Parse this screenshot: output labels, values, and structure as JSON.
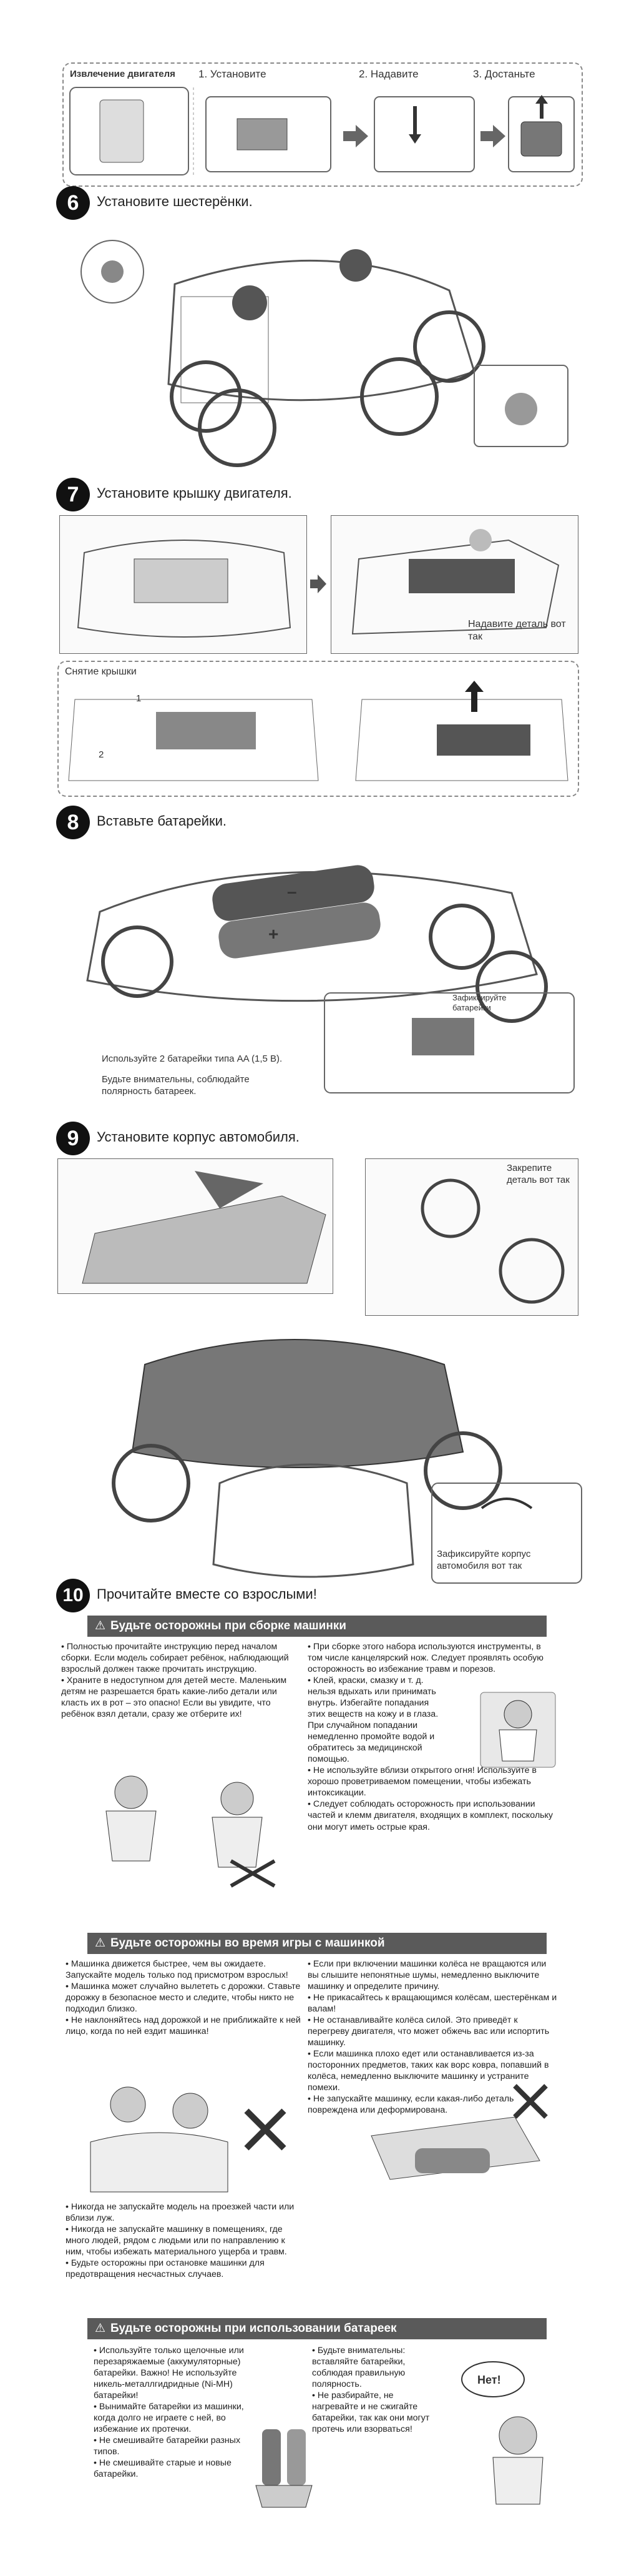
{
  "motor_removal": {
    "title": "Извлечение двигателя",
    "step1": "1. Установите",
    "step2": "2. Надавите",
    "step3": "3. Достаньте"
  },
  "steps": {
    "s6": {
      "num": "6",
      "title": "Установите шестерёнки."
    },
    "s7": {
      "num": "7",
      "title": "Установите крышку двигателя.",
      "press_here": "Надавите деталь вот так",
      "cover_removal": "Снятие крышки",
      "mark1": "1",
      "mark2": "2"
    },
    "s8": {
      "num": "8",
      "title": "Вставьте батарейки.",
      "fix_batteries": "Зафиксируйте батарейки",
      "aa_note": "Используйте 2 батарейки типа AA (1,5 В).",
      "polarity": "Будьте внимательны, соблюдайте полярность батареек.",
      "plus": "+",
      "minus": "–"
    },
    "s9": {
      "num": "9",
      "title": "Установите корпус автомобиля.",
      "fix_part": "Закрепите деталь вот так",
      "fix_body": "Зафиксируйте корпус автомобиля вот так"
    },
    "s10": {
      "num": "10",
      "title": "Прочитайте вместе со взрослыми!"
    }
  },
  "warnings": {
    "assembly": {
      "header": "Будьте осторожны при сборке машинки",
      "left": [
        "• Полностью прочитайте инструкцию перед началом сборки. Если модель собирает ребёнок, наблюдающий взрослый должен также прочитать инструкцию.",
        "• Храните в недоступном для детей месте. Маленьким детям не разрешается брать какие-либо детали или класть их в рот – это опасно! Если вы увидите, что ребёнок взял детали, сразу же отберите их!"
      ],
      "right": [
        "• При сборке этого набора используются инструменты, в том числе канцелярский нож. Следует проявлять особую осторожность во избежание травм и порезов.",
        "• Клей, краски, смазку и т. д. нельзя вдыхать или принимать внутрь. Избегайте попадания этих веществ на кожу и в глаза. При случайном попадании немедленно промойте водой и обратитесь за медицинской помощью.",
        "• Не используйте вблизи открытого огня! Используйте в хорошо проветриваемом помещении, чтобы избежать интоксикации.",
        "• Следует соблюдать осторожность при использовании частей и клемм двигателя, входящих в комплект, поскольку они могут иметь острые края."
      ]
    },
    "play": {
      "header": "Будьте осторожны во время игры с машинкой",
      "left_top": [
        "• Машинка движется быстрее, чем вы ожидаете. Запускайте модель только под присмотром взрослых!",
        "• Машинка может случайно вылететь с дорожки. Ставьте дорожку в безопасное место и следите, чтобы никто не подходил близко.",
        "• Не наклоняйтесь над дорожкой и не приближайте к ней лицо, когда по ней ездит машинка!"
      ],
      "right": [
        "• Если при включении машинки колёса не вращаются или вы слышите непонятные шумы, немедленно выключите машинку и определите причину.",
        "• Не прикасайтесь к вращающимся колёсам, шестерёнкам и валам!",
        "• Не останавливайте колёса силой. Это приведёт к перегреву двигателя, что может обжечь вас или испортить машинку.",
        "• Если машинка плохо едет или останавливается из-за посторонних предметов, таких как ворс ковра, попавший в колёса, немедленно выключите машинку и устраните помехи.",
        "• Не запускайте машинку, если какая-либо деталь повреждена или деформирована."
      ],
      "left_bottom": [
        "• Никогда не запускайте модель на проезжей части или вблизи луж.",
        "• Никогда не запускайте машинку в помещениях, где много людей, рядом с людьми или по направлению к ним, чтобы избежать материального ущерба и травм.",
        "• Будьте осторожны при остановке машинки для предотвращения несчастных случаев."
      ]
    },
    "batteries": {
      "header": "Будьте осторожны при использовании батареек",
      "left": [
        "• Используйте только щелочные или перезаряжаемые (аккумуляторные) батарейки. Важно! Не используйте никель-металлгидридные (Ni-MH) батарейки!",
        "• Вынимайте батарейки из машинки, когда долго не играете с ней, во избежание их протечки.",
        "• Не смешивайте батарейки разных типов.",
        "• Не смешивайте старые и новые батарейки."
      ],
      "right": [
        "• Будьте внимательны: вставляйте батарейки, соблюдая правильную полярность.",
        "• Не разбирайте, не нагревайте и не сжигайте батарейки, так как они могут протечь или взорваться!"
      ],
      "bubble": "Нет!"
    }
  },
  "colors": {
    "dark_bar": "#5a5a5a",
    "highlight": "#555555",
    "ink": "#222222"
  }
}
